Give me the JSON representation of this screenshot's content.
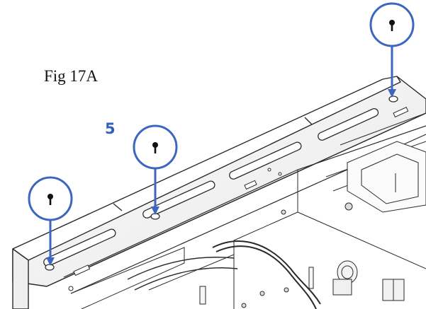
{
  "figure": {
    "label": "Fig 17A",
    "step_number": "5"
  },
  "callouts": [
    {
      "id": "screw-left",
      "icon": "screw-icon"
    },
    {
      "id": "screw-middle",
      "icon": "screw-icon"
    },
    {
      "id": "screw-right",
      "icon": "screw-icon"
    }
  ],
  "colors": {
    "callout_blue": "#3c66c0",
    "step_blue": "#2f62b8",
    "line_art": "#2a2a2a",
    "panel_fill": "#f4f4f4"
  }
}
